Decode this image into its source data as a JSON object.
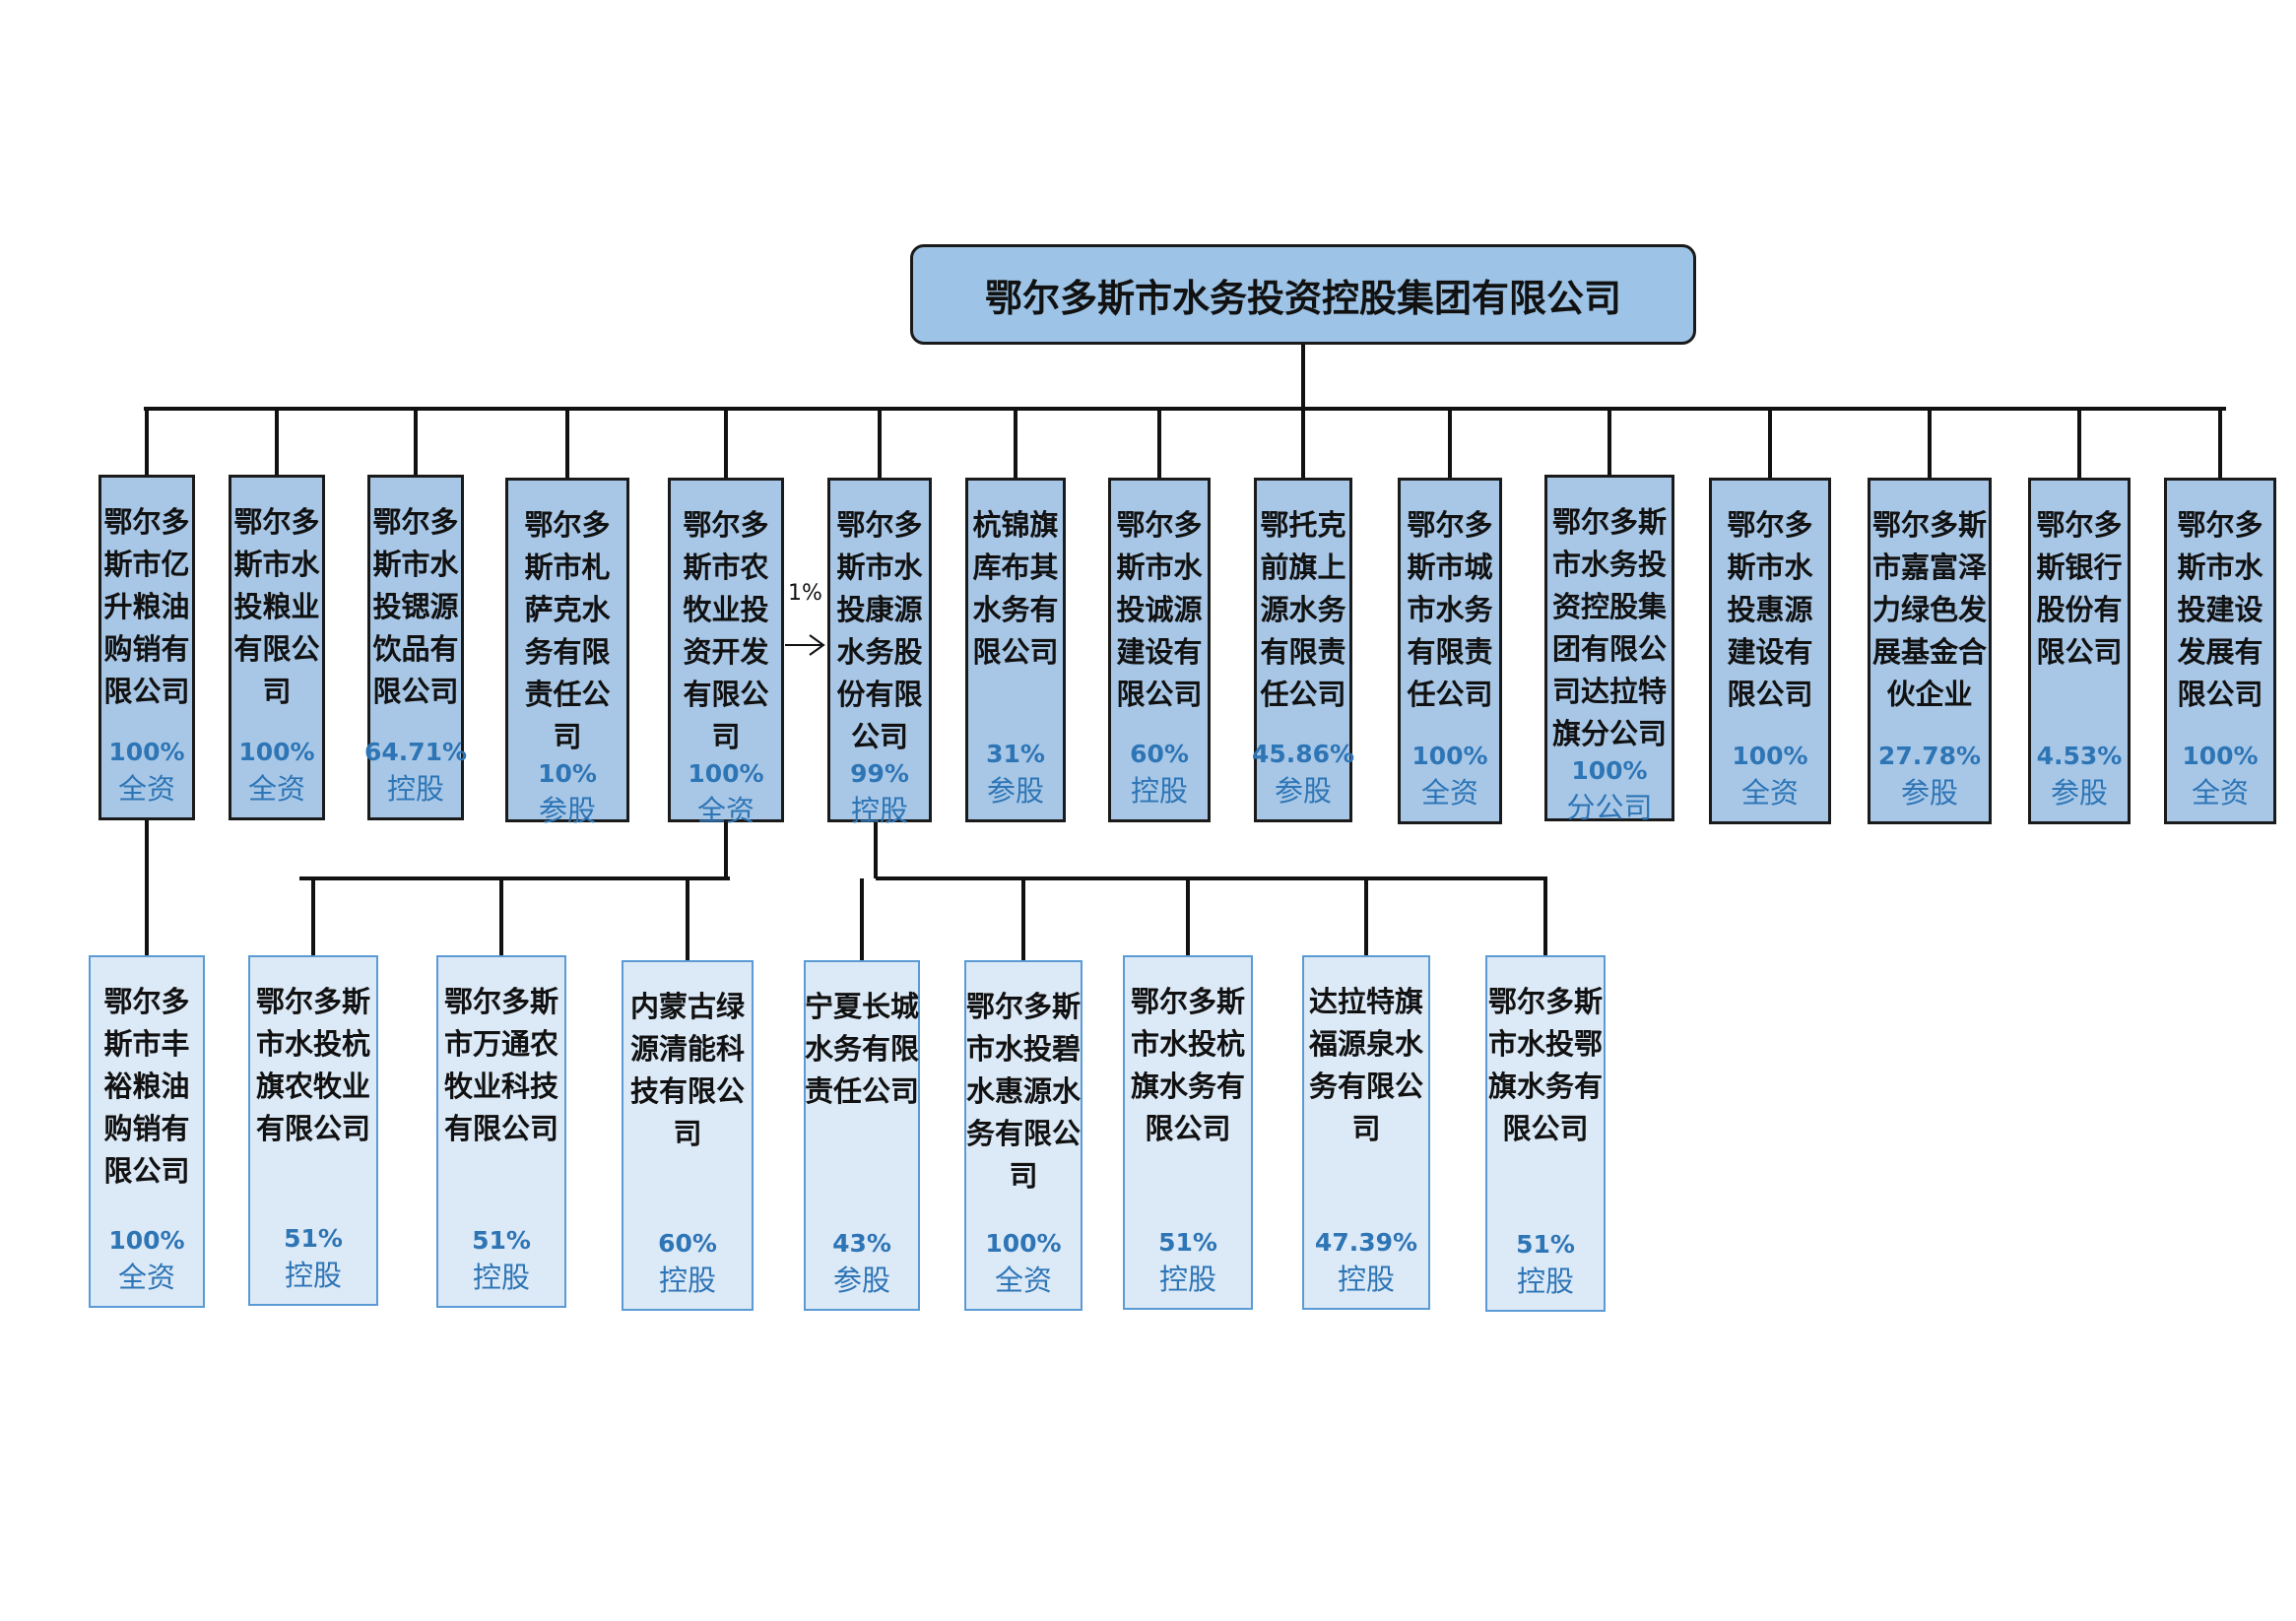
{
  "root": {
    "title": "鄂尔多斯市水务投资控股集团有限公司"
  },
  "cross_link": {
    "label": "1%"
  },
  "level1": [
    {
      "name": "鄂尔多斯市亿升粮油购销有限公司",
      "pct": "100%",
      "type": "全资"
    },
    {
      "name": "鄂尔多斯市水投粮业有限公司",
      "pct": "100%",
      "type": "全资"
    },
    {
      "name": "鄂尔多斯市水投锶源饮品有限公司",
      "pct": "64.71%",
      "type": "控股"
    },
    {
      "name": "鄂尔多斯市札萨克水务有限责任公司",
      "pct": "10%",
      "type": "参股"
    },
    {
      "name": "鄂尔多斯市农牧业投资开发有限公司",
      "pct": "100%",
      "type": "全资"
    },
    {
      "name": "鄂尔多斯市水投康源水务股份有限公司",
      "pct": "99%",
      "type": "控股"
    },
    {
      "name": "杭锦旗库布其水务有限公司",
      "pct": "31%",
      "type": "参股"
    },
    {
      "name": "鄂尔多斯市水投诚源建设有限公司",
      "pct": "60%",
      "type": "控股"
    },
    {
      "name": "鄂托克前旗上源水务有限责任公司",
      "pct": "45.86%",
      "type": "参股"
    },
    {
      "name": "鄂尔多斯市城市水务有限责任公司",
      "pct": "100%",
      "type": "全资"
    },
    {
      "name": "鄂尔多斯市水务投资控股集团有限公司达拉特旗分公司",
      "pct": "100%",
      "type": "分公司"
    },
    {
      "name": "鄂尔多斯市水投惠源建设有限公司",
      "pct": "100%",
      "type": "全资"
    },
    {
      "name": "鄂尔多斯市嘉富泽力绿色发展基金合伙企业",
      "pct": "27.78%",
      "type": "参股"
    },
    {
      "name": "鄂尔多斯银行股份有限公司",
      "pct": "4.53%",
      "type": "参股"
    },
    {
      "name": "鄂尔多斯市水投建设发展有限公司",
      "pct": "100%",
      "type": "全资"
    }
  ],
  "level2": [
    {
      "name": "鄂尔多斯市丰裕粮油购销有限公司",
      "pct": "100%",
      "type": "全资"
    },
    {
      "name": "鄂尔多斯市水投杭旗农牧业有限公司",
      "pct": "51%",
      "type": "控股"
    },
    {
      "name": "鄂尔多斯市万通农牧业科技有限公司",
      "pct": "51%",
      "type": "控股"
    },
    {
      "name": "内蒙古绿源清能科技有限公司",
      "pct": "60%",
      "type": "控股"
    },
    {
      "name": "宁夏长城水务有限责任公司",
      "pct": "43%",
      "type": "参股"
    },
    {
      "name": "鄂尔多斯市水投碧水惠源水务有限公司",
      "pct": "100%",
      "type": "全资"
    },
    {
      "name": "鄂尔多斯市水投杭旗水务有限公司",
      "pct": "51%",
      "type": "控股"
    },
    {
      "name": "达拉特旗福源泉水务有限公司",
      "pct": "47.39%",
      "type": "控股"
    },
    {
      "name": "鄂尔多斯市水投鄂旗水务有限公司",
      "pct": "51%",
      "type": "控股"
    }
  ]
}
